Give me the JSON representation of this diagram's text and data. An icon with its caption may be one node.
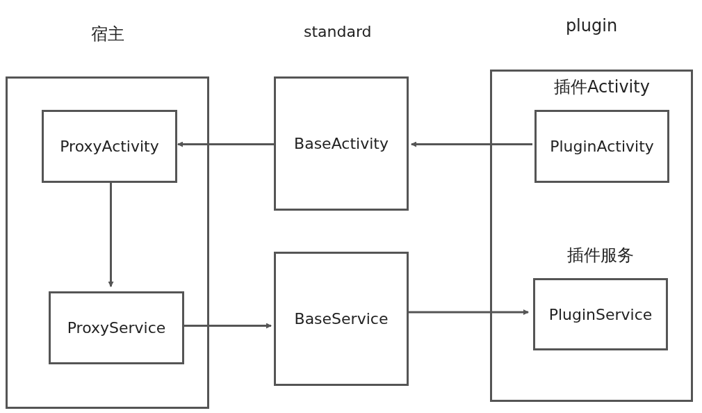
{
  "diagram": {
    "nodes": [
      {
        "text": [
          "宿主"
        ]
      },
      {
        "text": [
          "ProxyActivity"
        ],
        "in": 0
      },
      {
        "text": [
          "ProxyService"
        ],
        "in": 0
      },
      {
        "text": [
          "BaseActivity"
        ]
      },
      {
        "text": [
          "BaseService"
        ]
      },
      {
        "text": [
          "plugin"
        ]
      },
      {
        "text": [
          "PluginActivity"
        ],
        "in": 5,
        "beside": [
          "插件Activity"
        ]
      },
      {
        "text": [
          "PluginService"
        ],
        "in": 5,
        "beside": [
          "插件服务"
        ]
      }
    ],
    "edges": [
      {
        "from": 3,
        "to": 1,
        "arrow": "to"
      },
      {
        "from": 6,
        "to": 3,
        "arrow": "to"
      },
      {
        "from": 1,
        "to": 2,
        "arrow": "to"
      },
      {
        "from": 2,
        "to": 4,
        "arrow": "to"
      },
      {
        "from": 4,
        "to": 7,
        "arrow": "to"
      }
    ],
    "labels": [
      "standard"
    ]
  }
}
